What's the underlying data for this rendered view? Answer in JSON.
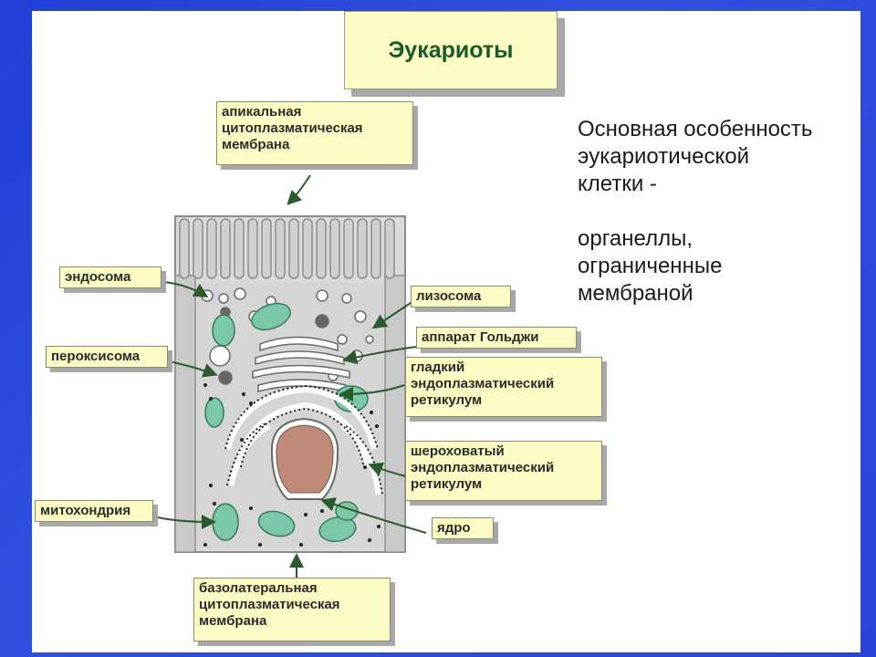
{
  "title": "Эукариоты",
  "side_text": {
    "line1": "Основная особенность\nэукариотической\nклетки -",
    "line2": "органеллы,\nограниченные\nмембраной"
  },
  "labels": {
    "apical": "апикальная\nцитоплазматическая\nмембрана",
    "endosome": "эндосома",
    "peroxisome": "пероксисома",
    "mitochondrion": "митохондрия",
    "lysosome": "лизосома",
    "golgi": "аппарат Гольджи",
    "smooth_er": "гладкий\nэндоплазматический\nретикулум",
    "rough_er": "шероховатый\nэндоплазматический\nретикулум",
    "nucleus": "ядро",
    "basolateral": "базолатеральная\nцитоплазматическая\nмембрана"
  },
  "colors": {
    "label_fill": "#fcfcc4",
    "title_text": "#1a5a2a",
    "nucleus_fill": "#c08a78",
    "mitochondria": "#7ac8a8",
    "cell_fill": "#d9dad9",
    "arrow": "#2b5a2b"
  }
}
